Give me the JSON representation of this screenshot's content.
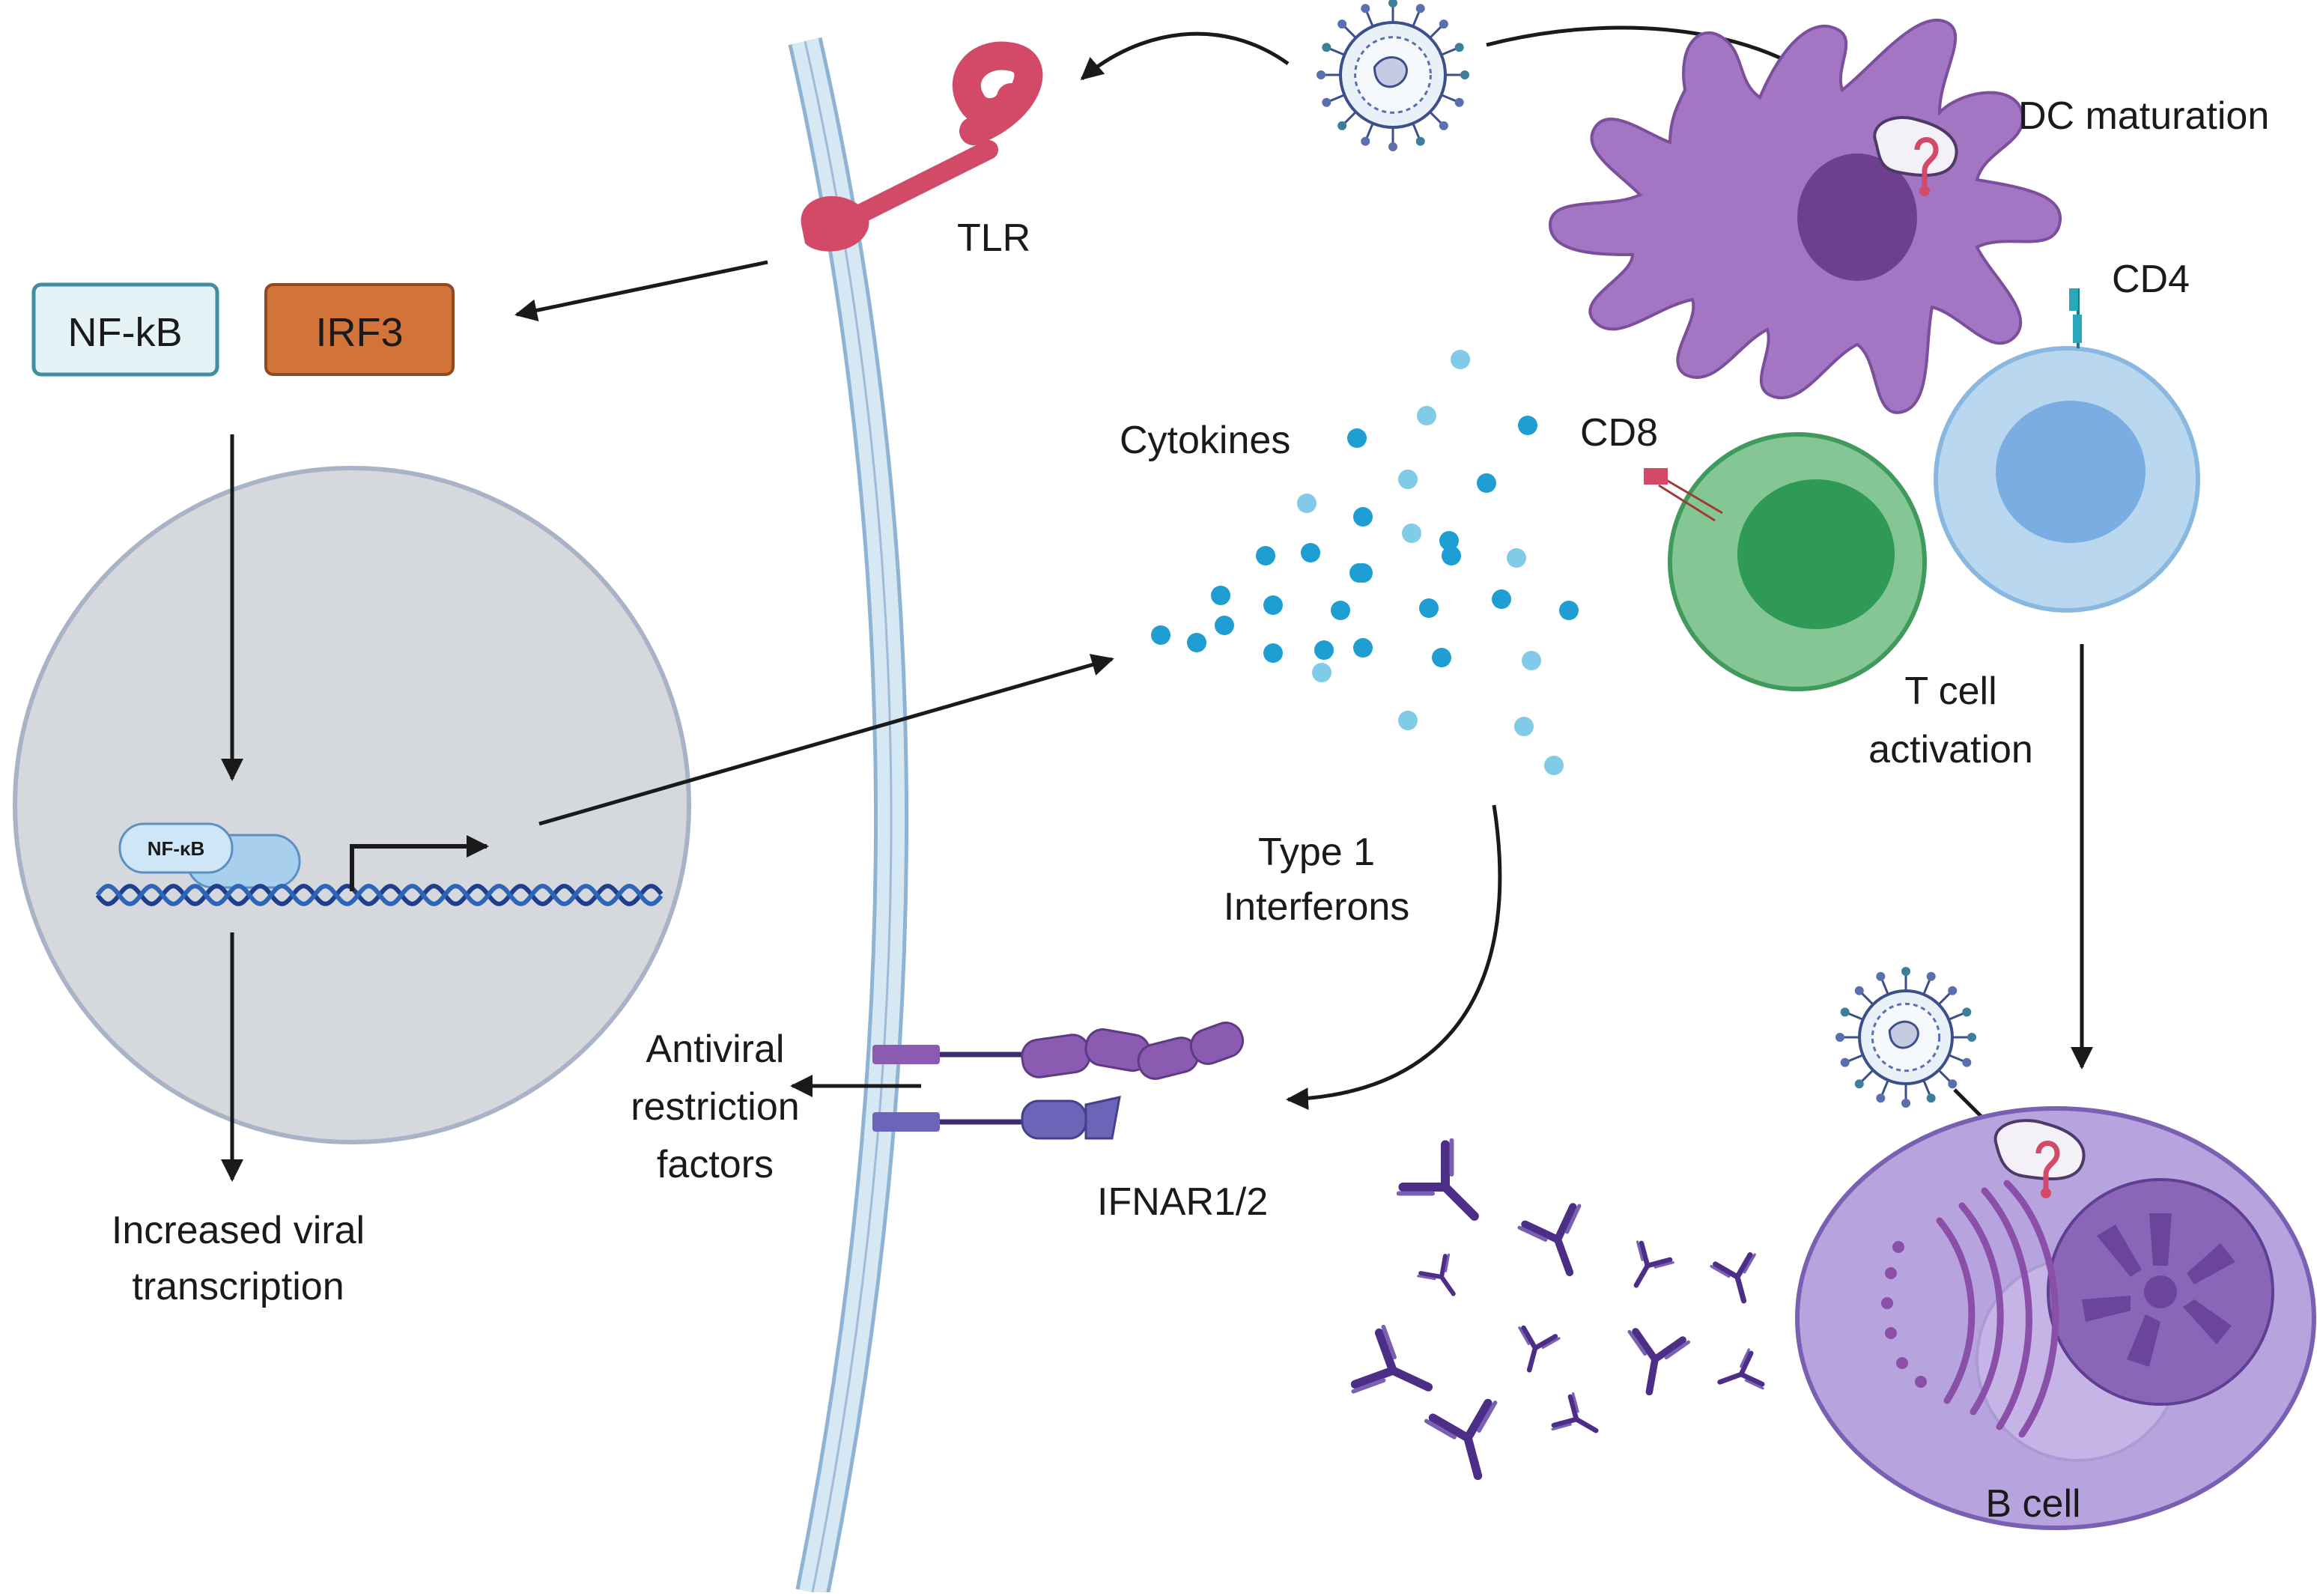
{
  "diagram": {
    "labels": {
      "tlr": "TLR",
      "nfkb_box": "NF-kB",
      "irf3_box": "IRF3",
      "nfkb_small": "NF-κB",
      "increased_1": "Increased viral",
      "increased_2": "transcription",
      "cytokines": "Cytokines",
      "type1_1": "Type 1",
      "type1_2": "Interferons",
      "antiviral_1": "Antiviral",
      "antiviral_2": "restriction",
      "antiviral_3": "factors",
      "ifnar": "IFNAR1/2",
      "dc_maturation": "DC maturation",
      "cd4": "CD4",
      "cd8": "CD8",
      "tcell_1": "T cell",
      "tcell_2": "activation",
      "bcell": "B cell"
    },
    "colors": {
      "membrane": "#cfe3f3",
      "membrane_edge": "#8fb3d3",
      "tlr": "#d24a68",
      "nfkb_fill": "#e6f3f6",
      "nfkb_stroke": "#3f8fa0",
      "irf3_fill": "#d2743a",
      "nucleus_fill": "#d5d8dd",
      "nucleus_stroke": "#a8b3c8",
      "dna": "#1f3f8c",
      "cytokine": "#1f9ed4",
      "cytokine_light": "#7fcbe8",
      "receptor": "#8a5bb0",
      "dc": "#a276c2",
      "dc_nucleus": "#6e3f8f",
      "tcd8": "#84c795",
      "tcd8_nucleus": "#2f9a58",
      "tcd4": "#b9d8ef",
      "tcd4_nucleus": "#7aaee3",
      "bcell": "#b7a4de",
      "bcell_nucleus": "#8a66b8",
      "antibody": "#4d2e87"
    }
  }
}
